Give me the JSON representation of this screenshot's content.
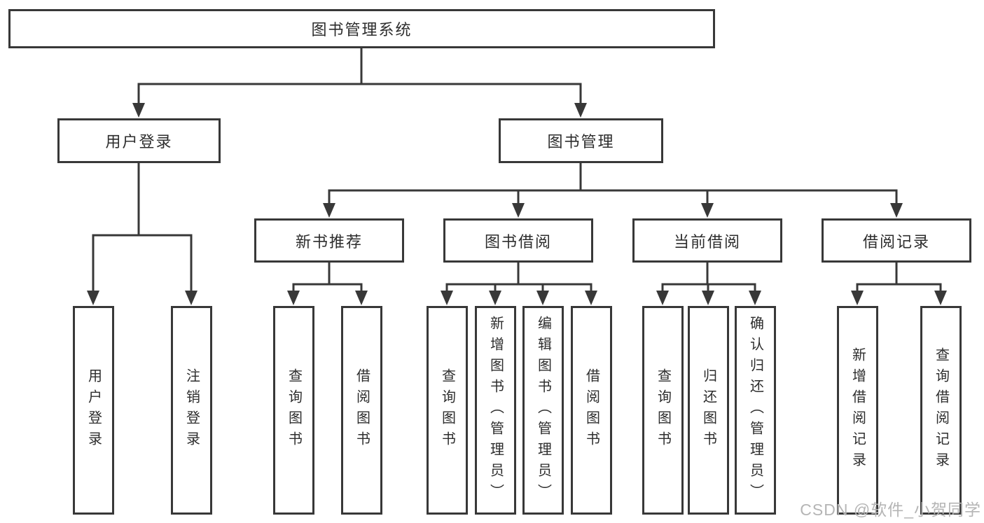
{
  "diagram": {
    "root": {
      "label": "图书管理系统"
    },
    "branches": [
      {
        "label": "用户登录",
        "children": [
          {
            "label": "用户登录"
          },
          {
            "label": "注销登录"
          }
        ]
      },
      {
        "label": "图书管理",
        "children": [
          {
            "label": "新书推荐",
            "children": [
              {
                "label": "查询图书"
              },
              {
                "label": "借阅图书"
              }
            ]
          },
          {
            "label": "图书借阅",
            "children": [
              {
                "label": "查询图书"
              },
              {
                "label": "新增图书（管理员）"
              },
              {
                "label": "编辑图书（管理员）"
              },
              {
                "label": "借阅图书"
              }
            ]
          },
          {
            "label": "当前借阅",
            "children": [
              {
                "label": "查询图书"
              },
              {
                "label": "归还图书"
              },
              {
                "label": "确认归还（管理员）"
              }
            ]
          },
          {
            "label": "借阅记录",
            "children": [
              {
                "label": "新增借阅记录"
              },
              {
                "label": "查询借阅记录"
              }
            ]
          }
        ]
      }
    ],
    "watermark": "CSDN @软件_小贺同学",
    "colors": {
      "line": "#383838",
      "text": "#2d2d2d",
      "background": "#ffffff",
      "watermark": "#b5b5b5"
    }
  }
}
